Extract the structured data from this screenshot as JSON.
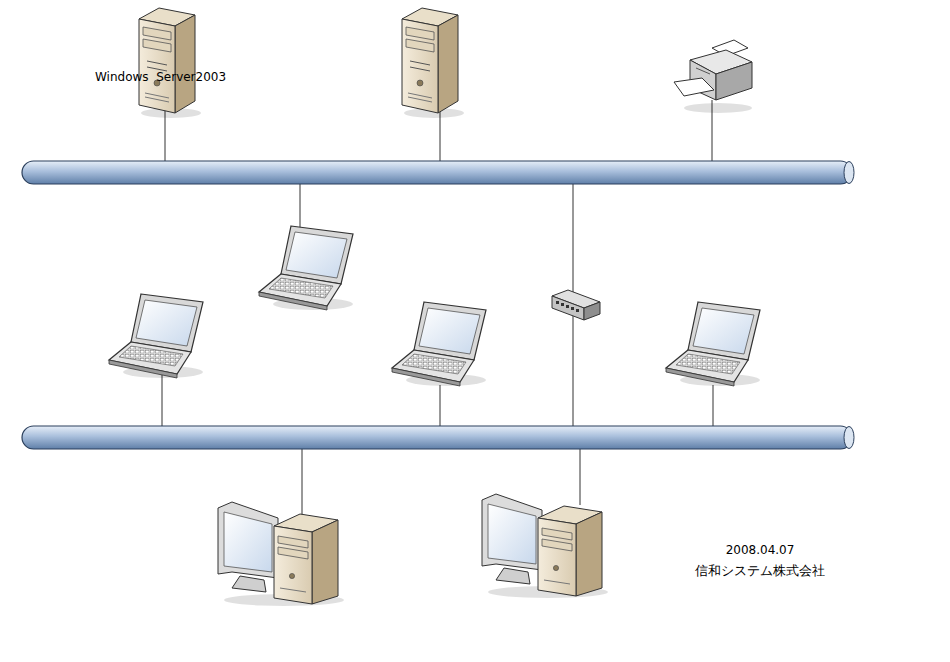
{
  "diagram": {
    "labels": [
      "Windows  Server2003",
      "2008.04.07",
      "信和システム株式会社"
    ]
  }
}
